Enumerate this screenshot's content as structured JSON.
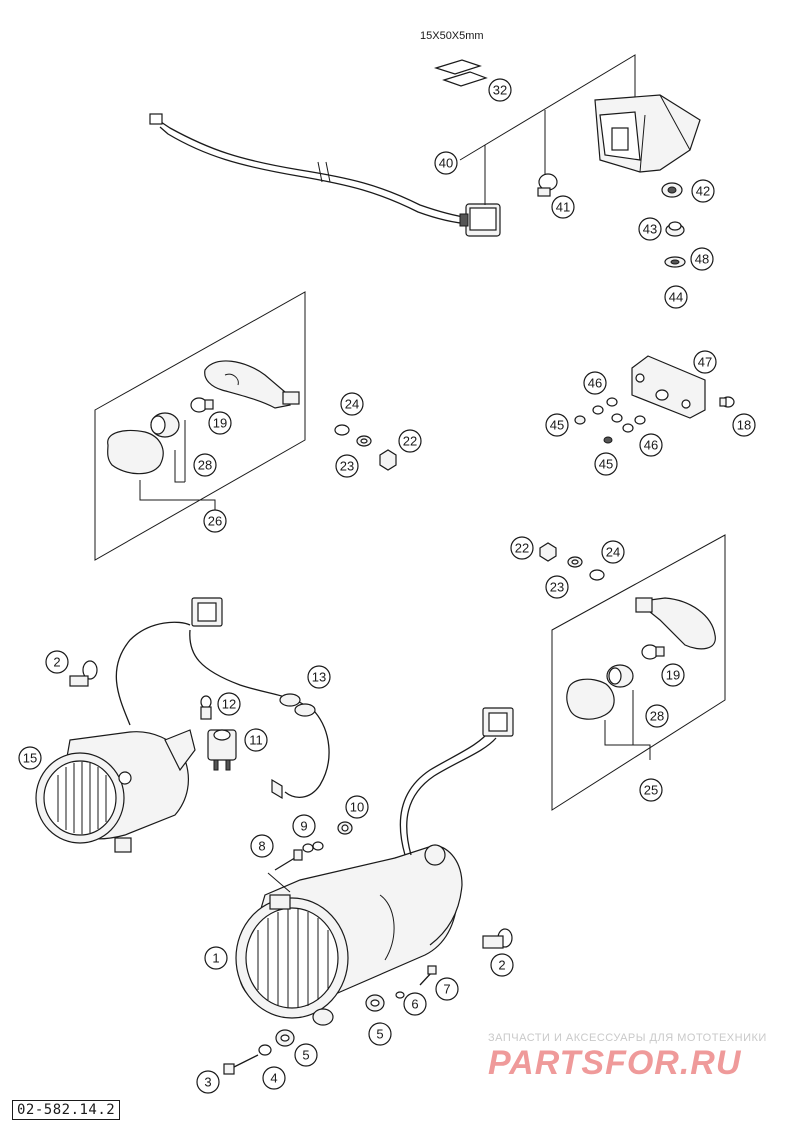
{
  "diagram": {
    "dimension_note": "15X50X5mm",
    "drawing_code": "02-582.14.2",
    "watermark": {
      "tagline": "ЗАПЧАСТИ И АКСЕССУАРЫ ДЛЯ МОТОТЕХНИКИ",
      "logo": "PARTSFOR.RU"
    }
  },
  "callouts": [
    {
      "label": "32"
    },
    {
      "label": "40"
    },
    {
      "label": "41"
    },
    {
      "label": "42"
    },
    {
      "label": "43"
    },
    {
      "label": "48"
    },
    {
      "label": "44"
    },
    {
      "label": "47"
    },
    {
      "label": "46"
    },
    {
      "label": "45"
    },
    {
      "label": "45"
    },
    {
      "label": "46"
    },
    {
      "label": "18"
    },
    {
      "label": "24"
    },
    {
      "label": "22"
    },
    {
      "label": "23"
    },
    {
      "label": "19"
    },
    {
      "label": "28"
    },
    {
      "label": "26"
    },
    {
      "label": "22"
    },
    {
      "label": "24"
    },
    {
      "label": "23"
    },
    {
      "label": "19"
    },
    {
      "label": "28"
    },
    {
      "label": "25"
    },
    {
      "label": "2"
    },
    {
      "label": "13"
    },
    {
      "label": "12"
    },
    {
      "label": "11"
    },
    {
      "label": "15"
    },
    {
      "label": "10"
    },
    {
      "label": "9"
    },
    {
      "label": "8"
    },
    {
      "label": "1"
    },
    {
      "label": "2"
    },
    {
      "label": "7"
    },
    {
      "label": "6"
    },
    {
      "label": "5"
    },
    {
      "label": "5"
    },
    {
      "label": "4"
    },
    {
      "label": "3"
    }
  ]
}
